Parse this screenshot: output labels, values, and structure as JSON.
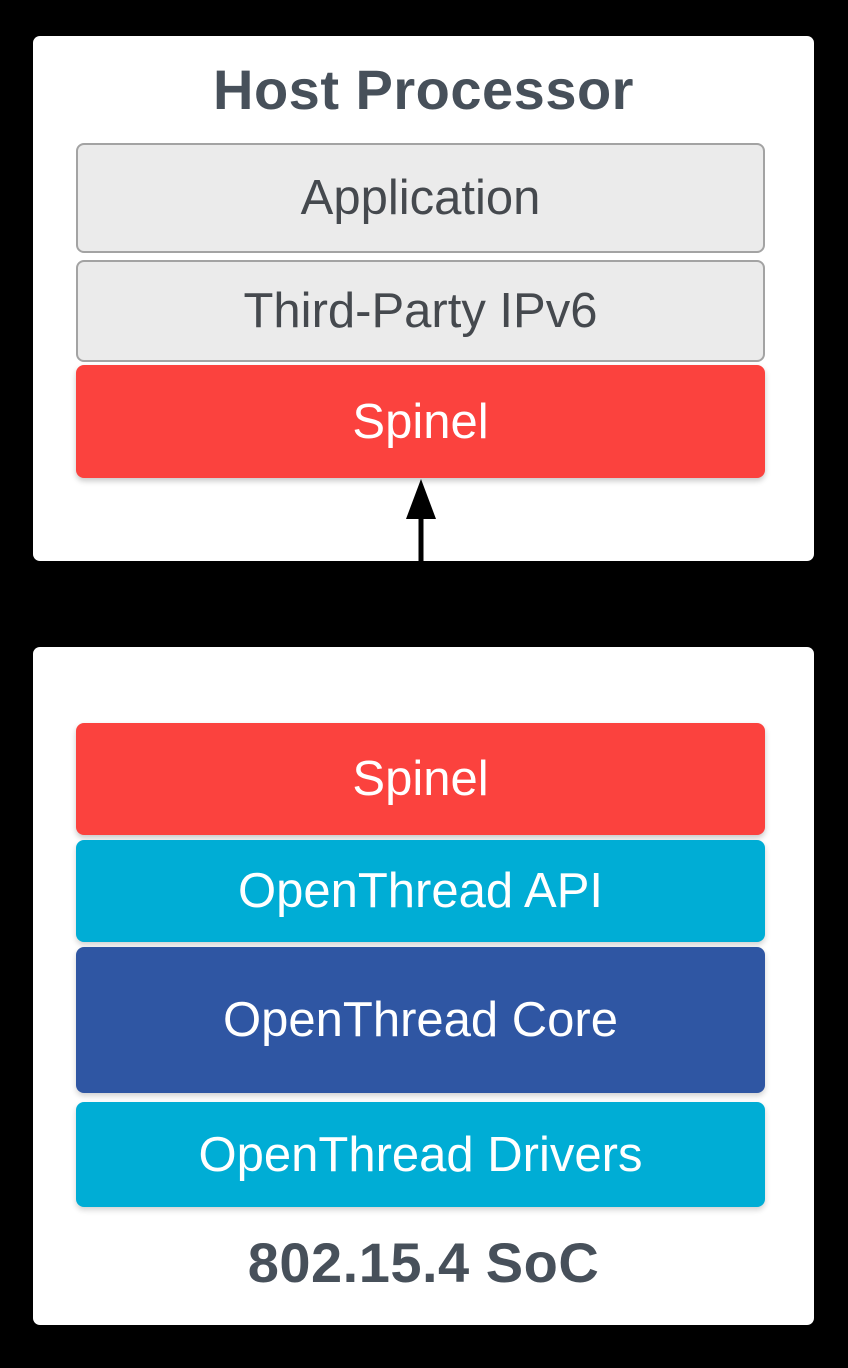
{
  "host_card": {
    "title": "Host Processor",
    "layers": [
      {
        "label": "Application",
        "type": "gray"
      },
      {
        "label": "Third-Party IPv6",
        "type": "gray"
      },
      {
        "label": "Spinel",
        "type": "red"
      }
    ]
  },
  "connector": {
    "icon": "bidirectional-vertical-arrow",
    "connects": [
      "Spinel (Host Processor)",
      "Spinel (802.15.4 SoC)"
    ]
  },
  "soc_card": {
    "title": "802.15.4 SoC",
    "layers": [
      {
        "label": "Spinel",
        "type": "red"
      },
      {
        "label": "OpenThread API",
        "type": "cyan"
      },
      {
        "label": "OpenThread Core",
        "type": "blue"
      },
      {
        "label": "OpenThread Drivers",
        "type": "cyan"
      }
    ]
  },
  "colors": {
    "background": "#000000",
    "card": "#ffffff",
    "red": "#fb423e",
    "cyan": "#00add5",
    "blue": "#2f56a3",
    "gray_box": "#ebebeb",
    "gray_border": "#a3a3a3",
    "title_text": "#47505a",
    "gray_text": "#45494e",
    "white_text": "#ffffff"
  }
}
